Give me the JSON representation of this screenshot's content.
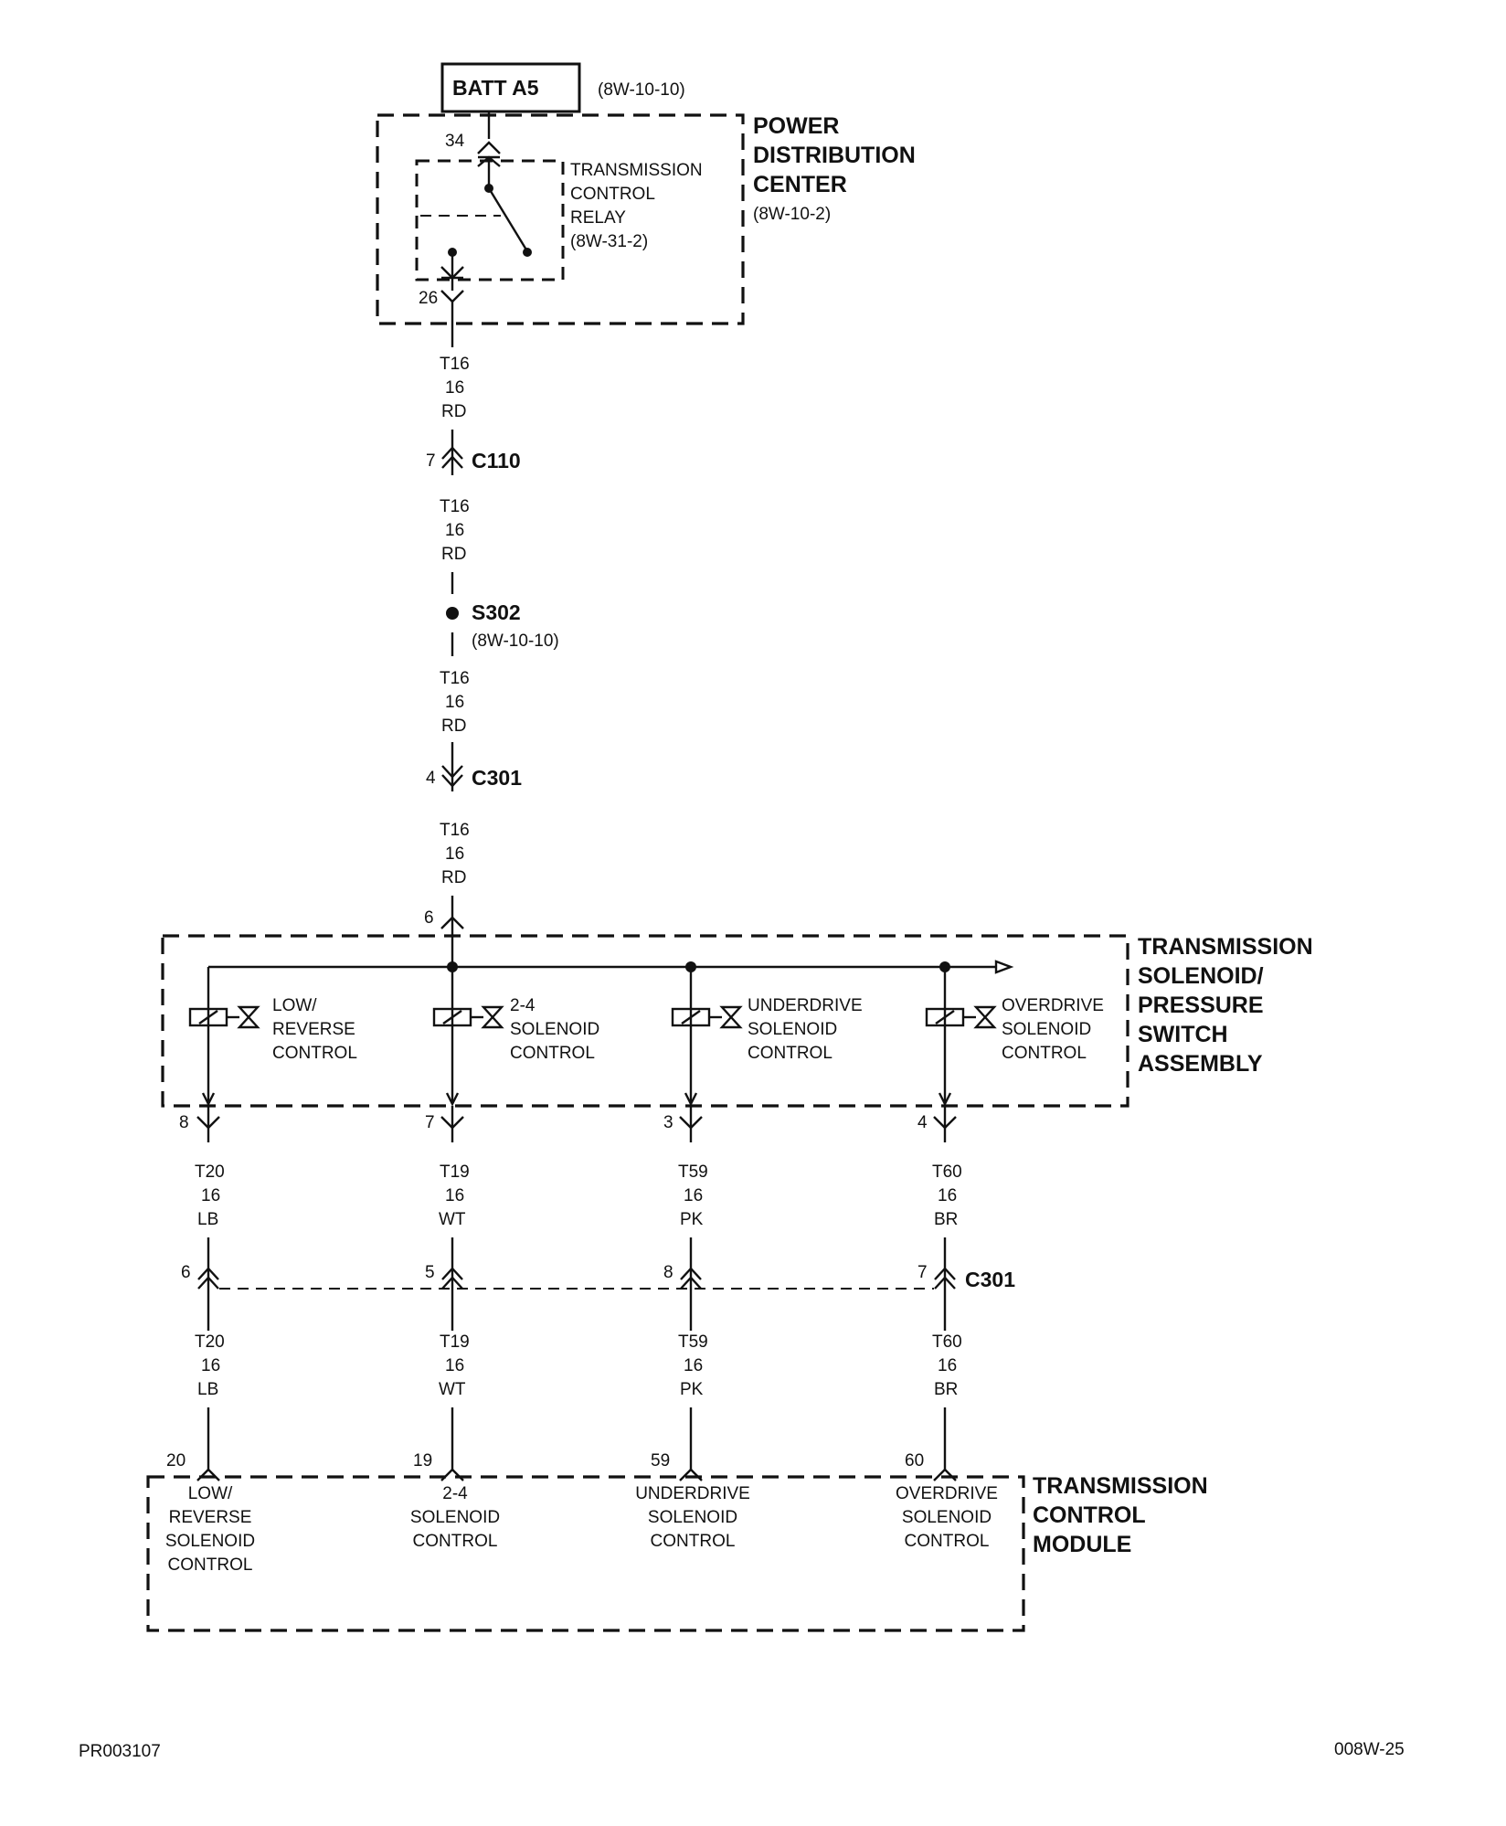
{
  "batt": {
    "label": "BATT A5",
    "ref": "(8W-10-10)"
  },
  "pdc": {
    "line1": "POWER",
    "line2": "DISTRIBUTION",
    "line3": "CENTER",
    "ref": "(8W-10-2)",
    "pin_in": "34",
    "pin_out": "26"
  },
  "relay": {
    "line1": "TRANSMISSION",
    "line2": "CONTROL",
    "line3": "RELAY",
    "ref": "(8W-31-2)"
  },
  "wire_feed": {
    "circuit": "T16",
    "gauge": "16",
    "color": "RD"
  },
  "c110": {
    "name": "C110",
    "pin": "7"
  },
  "s302": {
    "name": "S302",
    "ref": "(8W-10-10)"
  },
  "c301_top": {
    "name": "C301",
    "pin": "4"
  },
  "solenoid_assembly": {
    "line1": "TRANSMISSION",
    "line2": "SOLENOID/",
    "line3": "PRESSURE",
    "line4": "SWITCH",
    "line5": "ASSEMBLY",
    "pin_in": "6",
    "solenoids": [
      {
        "l1": "LOW/",
        "l2": "REVERSE",
        "l3": "CONTROL",
        "pin": "8"
      },
      {
        "l1": "2-4",
        "l2": "SOLENOID",
        "l3": "CONTROL",
        "pin": "7"
      },
      {
        "l1": "UNDERDRIVE",
        "l2": "SOLENOID",
        "l3": "CONTROL",
        "pin": "3"
      },
      {
        "l1": "OVERDRIVE",
        "l2": "SOLENOID",
        "l3": "CONTROL",
        "pin": "4"
      }
    ]
  },
  "branches": [
    {
      "circuit": "T20",
      "gauge": "16",
      "color": "LB",
      "c301_pin": "6",
      "tcm_pin": "20"
    },
    {
      "circuit": "T19",
      "gauge": "16",
      "color": "WT",
      "c301_pin": "5",
      "tcm_pin": "19"
    },
    {
      "circuit": "T59",
      "gauge": "16",
      "color": "PK",
      "c301_pin": "8",
      "tcm_pin": "59"
    },
    {
      "circuit": "T60",
      "gauge": "16",
      "color": "BR",
      "c301_pin": "7",
      "tcm_pin": "60"
    }
  ],
  "c301_bottom": {
    "name": "C301"
  },
  "tcm": {
    "line1": "TRANSMISSION",
    "line2": "CONTROL",
    "line3": "MODULE",
    "inputs": [
      {
        "l1": "LOW/",
        "l2": "REVERSE",
        "l3": "SOLENOID",
        "l4": "CONTROL"
      },
      {
        "l1": "2-4",
        "l2": "SOLENOID",
        "l3": "CONTROL"
      },
      {
        "l1": "UNDERDRIVE",
        "l2": "SOLENOID",
        "l3": "CONTROL"
      },
      {
        "l1": "OVERDRIVE",
        "l2": "SOLENOID",
        "l3": "CONTROL"
      }
    ]
  },
  "footer": {
    "left": "PR003107",
    "right": "008W-25"
  }
}
